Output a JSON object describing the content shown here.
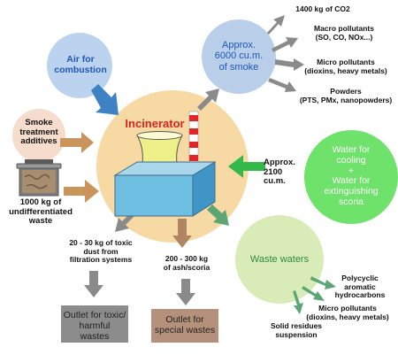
{
  "incinerator": "Incinerator",
  "air": "Air for\ncombustion",
  "smoke": "Approx.\n6000 cu.m.\nof smoke",
  "smoke_outputs": {
    "co2": "1400 kg of CO2",
    "macro": "Macro pollutants\n(SO, CO, NOx...)",
    "micro": "Micro pollutants\n(dioxins, heavy metals)",
    "powders": "Powders\n(PTS, PMx, nanopowders)"
  },
  "smoke_treatment": "Smoke\ntreatment\nadditives",
  "waste_input": "1000 kg of\nundifferentiated\nwaste",
  "water_amount": "Approx.\n2100\ncu.m.",
  "water_for": "Water for\ncooling\n+\nWater for\nextinguishing\nscoria",
  "dust": "20 - 30 kg of toxic\ndust from\nfiltration systems",
  "ash": "200 - 300 kg\nof ash/scoria",
  "waste_waters": "Waste waters",
  "water_outputs": {
    "polycyclic": "Polycyclic\naromatic\nhydrocarbons",
    "micro": "Micro pollutants\n(dioxins, heavy metals)",
    "solid": "Solid residues\nsuspension"
  },
  "outlet_toxic": "Outlet for toxic/\nharmful\nwastes",
  "outlet_special": "Outlet for\nspecial wastes",
  "colors": {
    "incinerator_circle": "#f7d9a3",
    "air_circle": "#bcd3ef",
    "water_circle": "#6fe26b",
    "waste_water_circle": "#d9ecb8",
    "arrow_grey": "#8a8a8a",
    "title_red": "#d8241c"
  }
}
